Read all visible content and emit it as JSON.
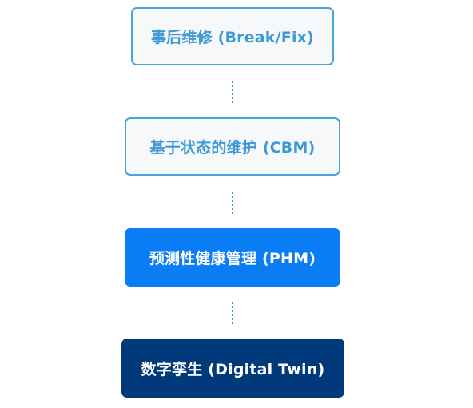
{
  "diagram": {
    "stages": [
      {
        "label": "事后维修 (Break/Fix)",
        "style": "light"
      },
      {
        "label": "基于状态的维护 (CBM)",
        "style": "light"
      },
      {
        "label": "预测性健康管理 (PHM)",
        "style": "bright"
      },
      {
        "label": "数字孪生 (Digital Twin)",
        "style": "dark"
      }
    ],
    "colors": {
      "light_fill": "#f6f8fa",
      "light_border": "#4aa3df",
      "light_text": "#3e9ad6",
      "bright_fill": "#0a7cf4",
      "dark_fill": "#003a7a",
      "connector": "#3f8fcf"
    }
  }
}
